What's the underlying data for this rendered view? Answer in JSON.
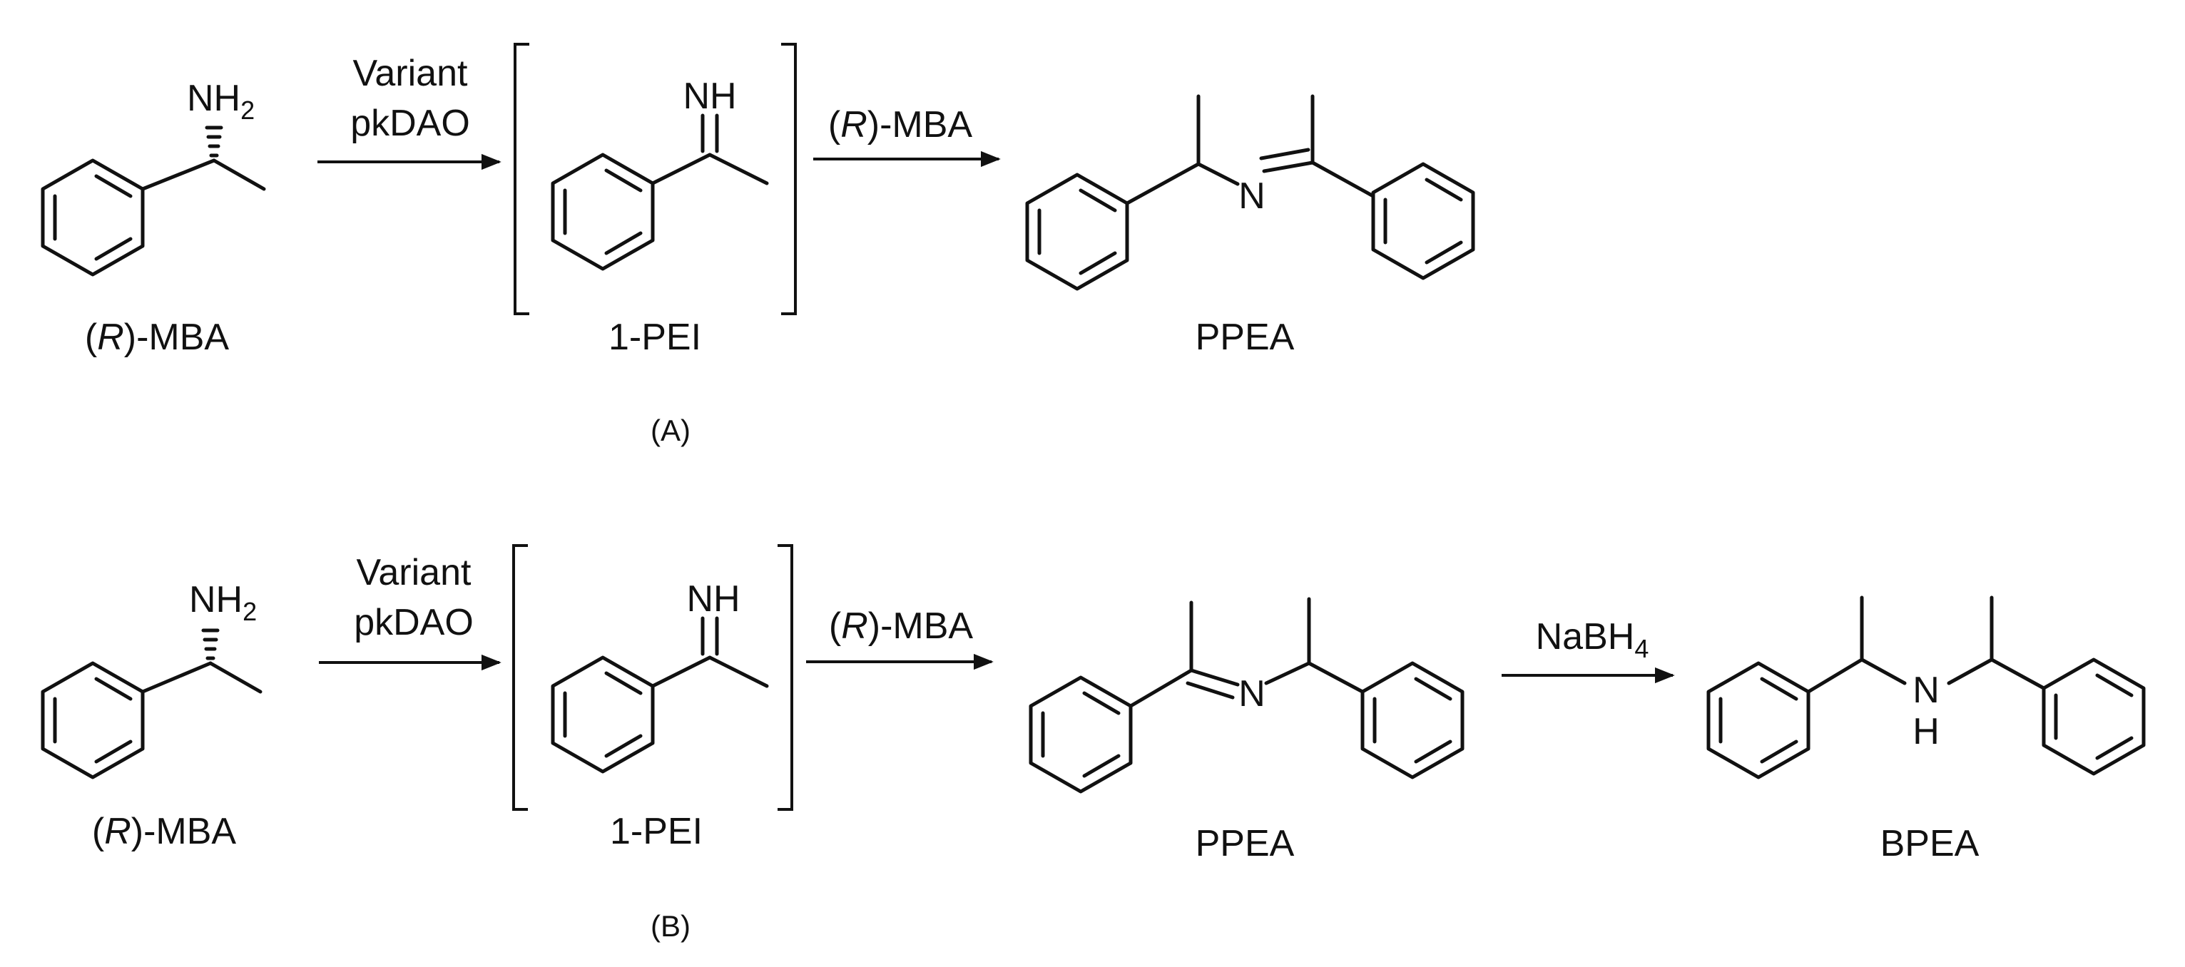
{
  "panel_a": {
    "panel_label": "(A)",
    "reactant": {
      "name_prefix": "(",
      "name_r": "R",
      "name_suffix": ")-MBA",
      "group_main": "NH",
      "group_sub": "2"
    },
    "arrow1": {
      "line1": "Variant",
      "line2": "pkDAO"
    },
    "intermediate": {
      "name": "1-PEI",
      "group": "NH"
    },
    "arrow2": {
      "prefix": "(",
      "r": "R",
      "suffix": ")-MBA"
    },
    "product": {
      "name": "PPEA",
      "atom_n": "N"
    }
  },
  "panel_b": {
    "panel_label": "(B)",
    "reactant": {
      "name_prefix": "(",
      "name_r": "R",
      "name_suffix": ")-MBA",
      "group_main": "NH",
      "group_sub": "2"
    },
    "arrow1": {
      "line1": "Variant",
      "line2": "pkDAO"
    },
    "intermediate": {
      "name": "1-PEI",
      "group": "NH"
    },
    "arrow2": {
      "prefix": "(",
      "r": "R",
      "suffix": ")-MBA"
    },
    "product": {
      "name": "PPEA",
      "atom_n": "N"
    },
    "arrow3": {
      "main": "NaBH",
      "sub": "4"
    },
    "final": {
      "name": "BPEA",
      "atom_n": "N",
      "atom_h": "H"
    }
  }
}
